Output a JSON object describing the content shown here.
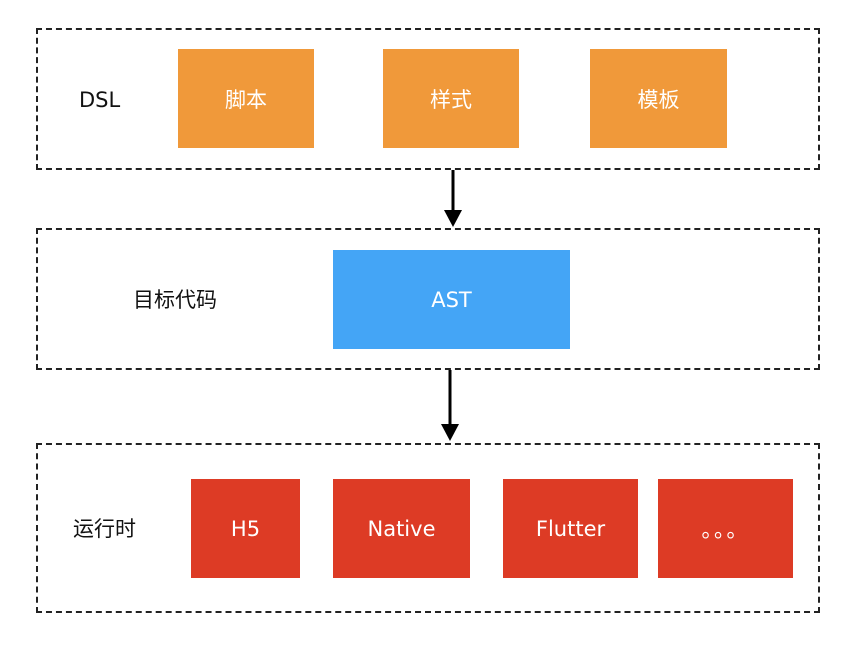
{
  "colors": {
    "orange": "#F0993A",
    "blue": "#44A5F6",
    "red": "#DD3B25",
    "border": "#222222"
  },
  "layers": {
    "dsl": {
      "label": "DSL",
      "boxes": [
        "脚本",
        "样式",
        "模板"
      ]
    },
    "target": {
      "label": "目标代码",
      "boxes": [
        "AST"
      ]
    },
    "runtime": {
      "label": "运行时",
      "boxes": [
        "H5",
        "Native",
        "Flutter",
        "。。。"
      ]
    }
  }
}
